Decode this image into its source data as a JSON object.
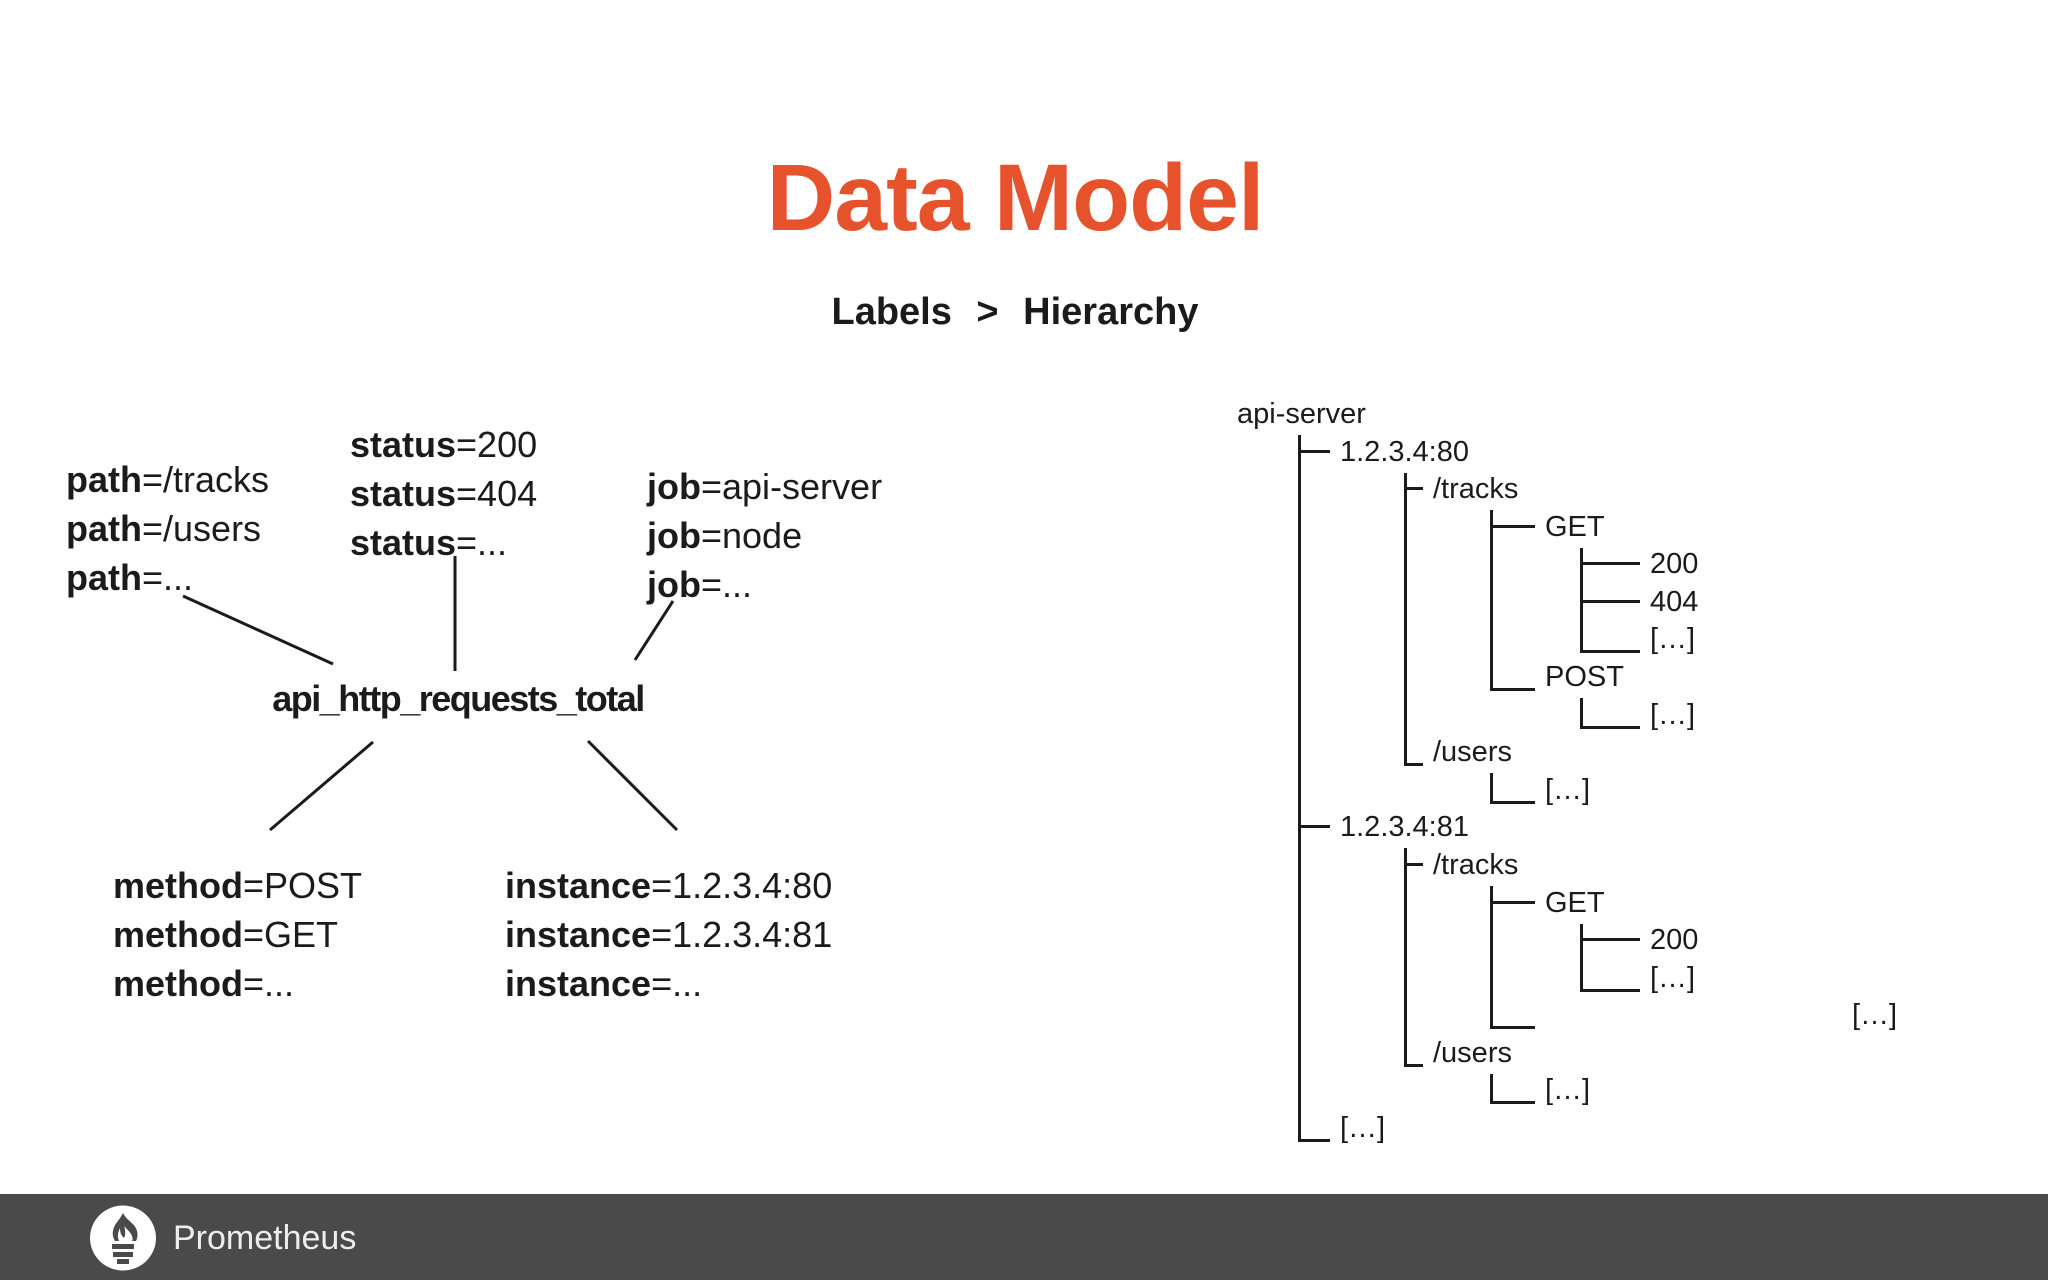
{
  "title": "Data Model",
  "subtitle": "Labels > Hierarchy",
  "label_diagram": {
    "metric": "api_http_requests_total",
    "groups": [
      {
        "id": "path",
        "lines": [
          [
            "path",
            "=/tracks"
          ],
          [
            "path",
            "=/users"
          ],
          [
            "path",
            "=..."
          ]
        ]
      },
      {
        "id": "status",
        "lines": [
          [
            "status",
            "=200"
          ],
          [
            "status",
            "=404"
          ],
          [
            "status",
            "=..."
          ]
        ]
      },
      {
        "id": "job",
        "lines": [
          [
            "job",
            "=api-server"
          ],
          [
            "job",
            "=node"
          ],
          [
            "job",
            "=..."
          ]
        ]
      },
      {
        "id": "method",
        "lines": [
          [
            "method",
            "=POST"
          ],
          [
            "method",
            "=GET"
          ],
          [
            "method",
            "=..."
          ]
        ]
      },
      {
        "id": "instance",
        "lines": [
          [
            "instance",
            "=1.2.3.4:80"
          ],
          [
            "instance",
            "=1.2.3.4:81"
          ],
          [
            "instance",
            "=..."
          ]
        ]
      }
    ]
  },
  "tree": {
    "root": "api-server",
    "rows": [
      {
        "label": "api-server",
        "level": 0,
        "connector": "none"
      },
      {
        "label": "1.2.3.4:80",
        "level": 1,
        "connector": "tee"
      },
      {
        "label": "/tracks",
        "level": 2,
        "connector": "tee"
      },
      {
        "label": "GET",
        "level": 3,
        "connector": "tee"
      },
      {
        "label": "200",
        "level": 4,
        "connector": "tee"
      },
      {
        "label": "404",
        "level": 4,
        "connector": "tee"
      },
      {
        "label": "[…]",
        "level": 4,
        "connector": "elbow"
      },
      {
        "label": "POST",
        "level": 3,
        "connector": "elbow"
      },
      {
        "label": "[…]",
        "level": 4,
        "connector": "elbow"
      },
      {
        "label": "/users",
        "level": 2,
        "connector": "elbow"
      },
      {
        "label": "[…]",
        "level": 3,
        "connector": "elbow"
      },
      {
        "label": "1.2.3.4:81",
        "level": 1,
        "connector": "tee"
      },
      {
        "label": "/tracks",
        "level": 2,
        "connector": "tee"
      },
      {
        "label": "GET",
        "level": 3,
        "connector": "tee"
      },
      {
        "label": "200",
        "level": 4,
        "connector": "tee"
      },
      {
        "label": "[…]",
        "level": 4,
        "connector": "elbow"
      },
      {
        "label": "[…]",
        "level": 3,
        "connector": "elbow",
        "far_right": true
      },
      {
        "label": "/users",
        "level": 2,
        "connector": "elbow"
      },
      {
        "label": "[…]",
        "level": 3,
        "connector": "elbow"
      },
      {
        "label": "[…]",
        "level": 1,
        "connector": "elbow"
      }
    ]
  },
  "footer": {
    "brand": "Prometheus",
    "logo": "prometheus-torch-icon"
  },
  "colors": {
    "accent": "#E6522C",
    "text": "#1b1b1b",
    "line": "#1b1b1b",
    "background": "#ffffff",
    "footer_bg": "#4a4a4a",
    "footer_text": "#ededed"
  }
}
